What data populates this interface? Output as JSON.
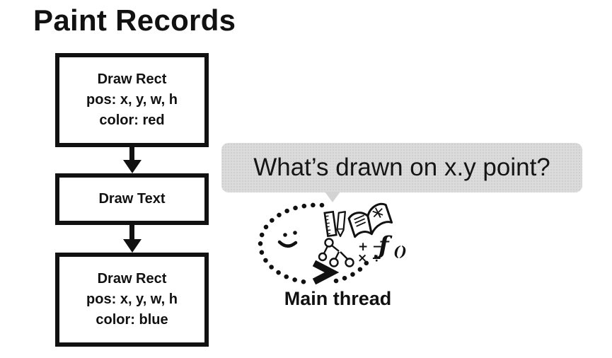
{
  "title": "Paint Records",
  "flowchart": {
    "nodes": [
      {
        "id": "draw-rect-red",
        "lines": [
          "Draw Rect",
          "pos: x, y, w, h",
          "color: red"
        ]
      },
      {
        "id": "draw-text",
        "lines": [
          "Draw Text"
        ]
      },
      {
        "id": "draw-rect-blue",
        "lines": [
          "Draw Rect",
          "pos: x, y, w, h",
          "color: blue"
        ]
      }
    ]
  },
  "speech_bubble": {
    "text": "What’s drawn on x.y point?",
    "bg_color": "#dbdbdb"
  },
  "main_thread": {
    "label": "Main thread",
    "math_ops_row1": "+ −",
    "math_ops_row2": "× ÷",
    "function_f": "ƒ",
    "function_parens": "()",
    "icons": [
      "dotted-loop-icon",
      "chevron-arrow-icon",
      "smiley-face-icon",
      "ruler-icon",
      "pencil-icon",
      "open-book-icon",
      "tree-diagram-icon",
      "math-operators-icon",
      "function-icon"
    ]
  },
  "colors": {
    "ink": "#111111",
    "bubble_bg": "#dbdbdb",
    "background": "#ffffff"
  }
}
